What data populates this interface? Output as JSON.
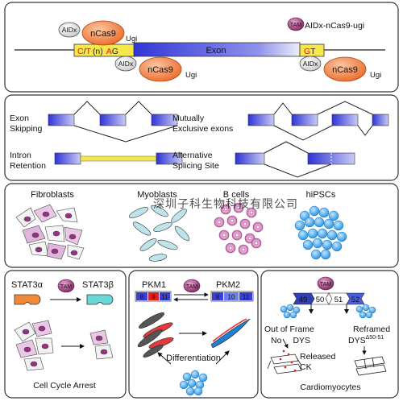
{
  "panel_a": {
    "tam_badge": "TAM",
    "legend_label": "AIDx-nCas9-ugi",
    "aidx_label": "AIDx",
    "ncas9_label": "nCas9",
    "ugi_label": "Ugi",
    "exon_label": "Exon",
    "splice_acceptor": [
      "C",
      "/",
      "T",
      "(n)",
      "A",
      "G"
    ],
    "splice_donor": [
      "G",
      "T"
    ]
  },
  "panel_b": {
    "exon_skipping": [
      "Exon",
      "Skipping"
    ],
    "mutually_exclusive": [
      "Mutually",
      "Exclusive exons"
    ],
    "intron_retention": [
      "Intron",
      "Retention"
    ],
    "alternative_splicing": [
      "Alternative",
      "Splicing Site"
    ]
  },
  "panel_c": {
    "cell_types": [
      "Fibroblasts",
      "Myoblasts",
      "B cells",
      "hiPSCs"
    ],
    "watermark": "深圳子科生物科技有限公司"
  },
  "panel_d": {
    "stat3a": "STAT3α",
    "stat3b": "STAT3β",
    "tam": "TAM",
    "caption": "Cell Cycle Arrest"
  },
  "panel_e": {
    "pkm1": "PKM1",
    "pkm2": "PKM2",
    "tam": "TAM",
    "pkm1_exons": [
      "8",
      "9",
      "11"
    ],
    "pkm2_exons": [
      "8",
      "10",
      "11"
    ],
    "caption": "Differentiation"
  },
  "panel_f": {
    "tam": "TAM",
    "exons": [
      "49",
      "50",
      "51",
      "52"
    ],
    "out_of_frame": "Out of Frame",
    "reframed": "Reframed",
    "no_dys": "No",
    "dys": "DYS",
    "dys2": "DYS",
    "dys_sup": "Δ50-51",
    "released": [
      "Released",
      "CK"
    ],
    "caption": "Cardiomyocytes"
  },
  "colors": {
    "exon_blue": "#3a3fd9",
    "ncas9_orange": "#f07a3a",
    "splice_yellow": "#f5e84a",
    "tam_purple": "#8e2a6a",
    "pkm1_red": "#e02020",
    "pkm2_blue": "#2a5fd8",
    "released_red": "#e02020"
  }
}
